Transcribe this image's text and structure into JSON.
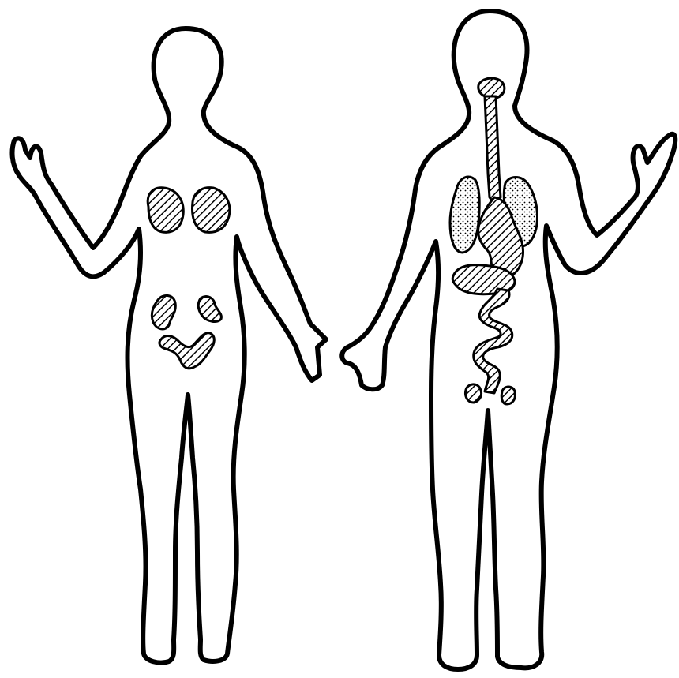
{
  "figures": [
    {
      "id": "left-figure",
      "organs": [
        "breast-left",
        "breast-right",
        "ovary-left",
        "ovary-right",
        "uterus"
      ]
    },
    {
      "id": "right-figure",
      "organs": [
        "mouth",
        "esophagus",
        "lung-left",
        "lung-right",
        "stomach",
        "liver",
        "intestine",
        "testis-left",
        "testis-right"
      ]
    }
  ],
  "colors": {
    "background": "#ffffff",
    "outline": "#000000",
    "hatch_pattern": "#000000"
  },
  "fill_styles": {
    "hatched": "diagonal-lines",
    "dotted": "stipple"
  }
}
